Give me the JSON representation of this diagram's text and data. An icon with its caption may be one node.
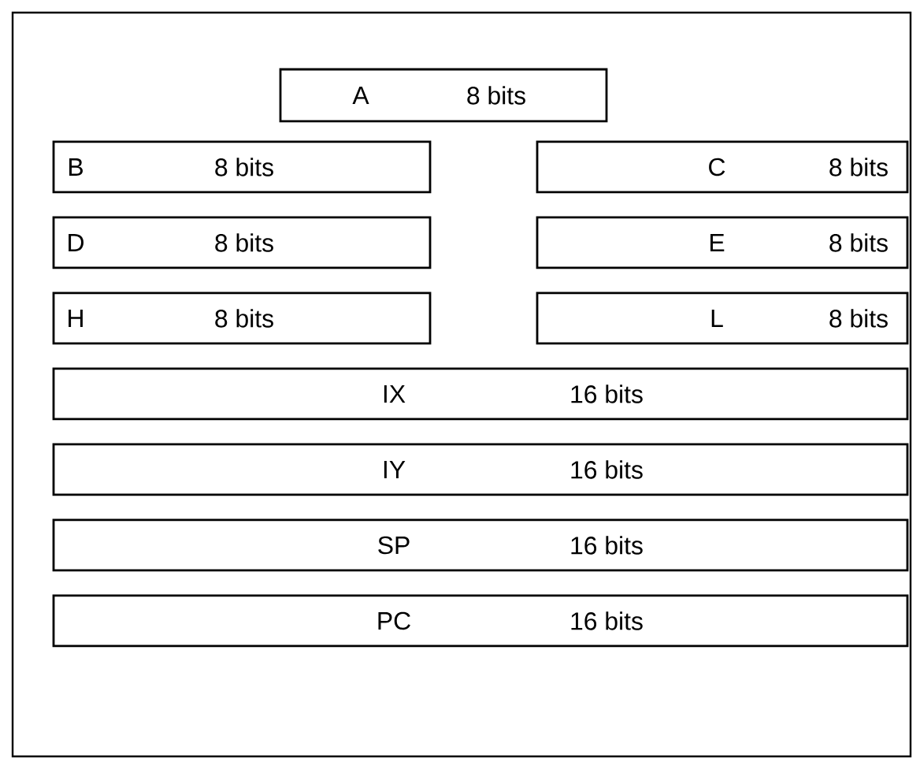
{
  "diagram": {
    "nodes": [
      {
        "text": [
          "A",
          "8 bits"
        ]
      },
      {
        "text": [
          "B",
          "8 bits"
        ]
      },
      {
        "text": [
          "C",
          "8 bits"
        ]
      },
      {
        "text": [
          "D",
          "8 bits"
        ]
      },
      {
        "text": [
          "E",
          "8 bits"
        ]
      },
      {
        "text": [
          "H",
          "8 bits"
        ]
      },
      {
        "text": [
          "L",
          "8 bits"
        ]
      },
      {
        "text": [
          "IX",
          "16 bits"
        ]
      },
      {
        "text": [
          "IY",
          "16 bits"
        ]
      },
      {
        "text": [
          "SP",
          "16 bits"
        ]
      },
      {
        "text": [
          "PC",
          "16 bits"
        ]
      }
    ]
  }
}
